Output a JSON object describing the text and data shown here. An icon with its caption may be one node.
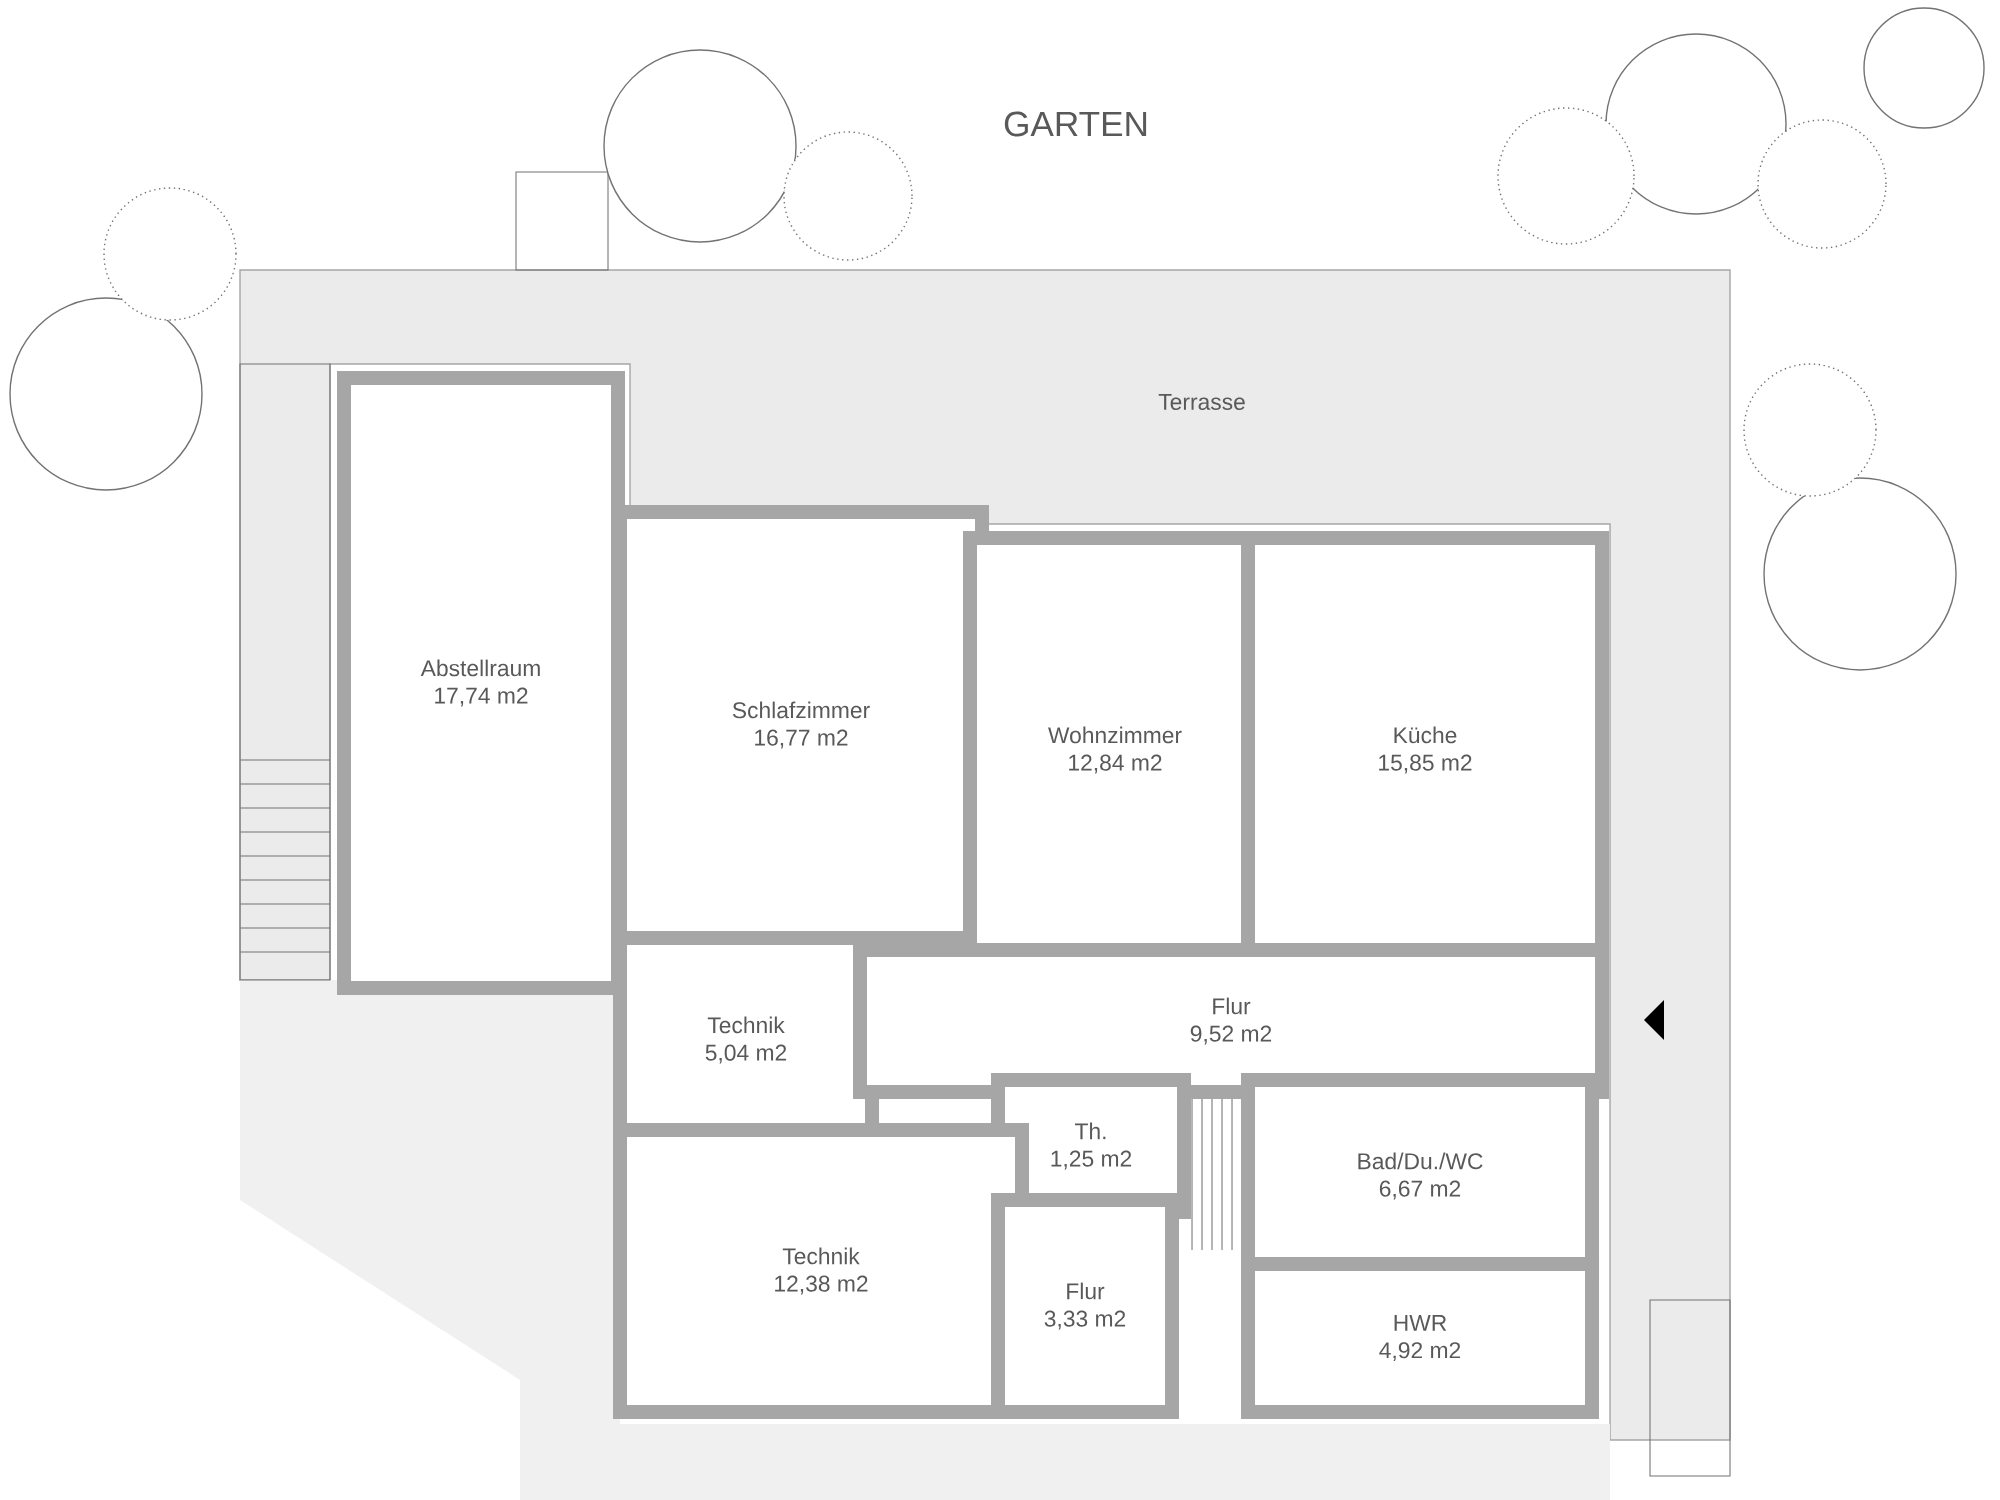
{
  "diagram": {
    "nodes": [
      {
        "text": [
          "Abstellraum",
          "17,74 m2"
        ]
      },
      {
        "text": [
          "Schlafzimmer",
          "16,77 m2"
        ]
      },
      {
        "text": [
          "Wohnzimmer",
          "12,84 m2"
        ]
      },
      {
        "text": [
          "Küche",
          "15,85 m2"
        ]
      },
      {
        "text": [
          "Technik",
          "5,04 m2"
        ]
      },
      {
        "text": [
          "Flur",
          "9,52 m2"
        ]
      },
      {
        "text": [
          "Th.",
          "1,25 m2"
        ]
      },
      {
        "text": [
          "Bad/Du./WC",
          "6,67 m2"
        ]
      },
      {
        "text": [
          "Technik",
          "12,38 m2"
        ]
      },
      {
        "text": [
          "Flur",
          "3,33 m2"
        ]
      },
      {
        "text": [
          "HWR",
          "4,92 m2"
        ]
      }
    ],
    "labels": [
      "GARTEN",
      "Terrasse"
    ]
  }
}
